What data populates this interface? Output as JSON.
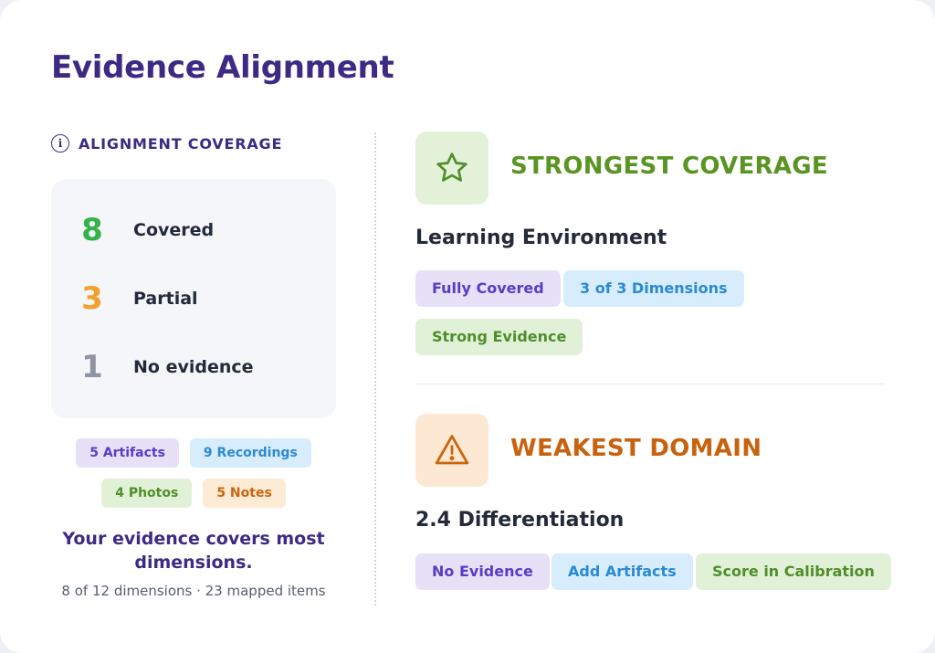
{
  "title": "Evidence Alignment",
  "coverage": {
    "label": "ALIGNMENT COVERAGE",
    "stats": [
      {
        "value": "8",
        "label": "Covered",
        "color": "#35b24a"
      },
      {
        "value": "3",
        "label": "Partial",
        "color": "#f2a12c"
      },
      {
        "value": "1",
        "label": "No evidence",
        "color": "#8d95a5"
      }
    ],
    "chips_row1": [
      {
        "label": "5 Artifacts",
        "tone": "purple"
      },
      {
        "label": "9 Recordings",
        "tone": "blue"
      }
    ],
    "chips_row2": [
      {
        "label": "4 Photos",
        "tone": "green"
      },
      {
        "label": "5 Notes",
        "tone": "orange"
      }
    ],
    "summary": "Your evidence covers most dimensions.",
    "summary_sub": "8 of 12 dimensions · 23 mapped items"
  },
  "strongest": {
    "title": "STRONGEST COVERAGE",
    "title_color": "#5a9423",
    "icon": "star-icon",
    "name": "Learning Environment",
    "chips": [
      "Fully Covered",
      "3 of 3 Dimensions",
      "Strong Evidence"
    ]
  },
  "weakest": {
    "title": "WEAKEST DOMAIN",
    "title_color": "#c9620f",
    "icon": "warning-icon",
    "name": "2.4 Differentiation",
    "chips": [
      "No Evidence",
      "Add Artifacts",
      "Score in Calibration"
    ]
  },
  "colors": {
    "brand": "#3d2a84",
    "purple": "#5b3cc4",
    "blue": "#2b8ad1",
    "green": "#4f8e2a",
    "orange": "#c9660f"
  }
}
